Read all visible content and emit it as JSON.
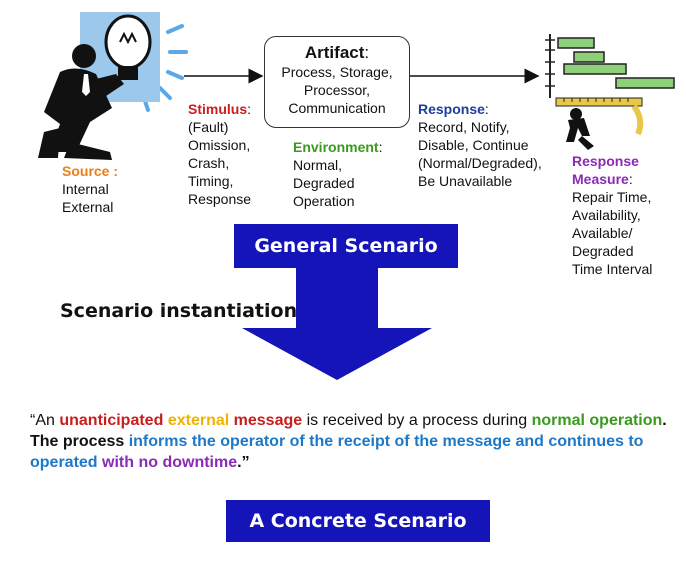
{
  "source": {
    "title": "Source :",
    "lines": [
      "Internal",
      "External"
    ]
  },
  "stimulus": {
    "title": "Stimulus",
    "colon": ":",
    "lines": [
      "(Fault)",
      "Omission,",
      "Crash,",
      "Timing,",
      "Response"
    ]
  },
  "artifact": {
    "title": "Artifact",
    "colon": ":",
    "lines": [
      "Process, Storage,",
      "Processor,",
      "Communication"
    ]
  },
  "environment": {
    "title": "Environment",
    "colon": ":",
    "lines": [
      "Normal,",
      "Degraded",
      "Operation"
    ]
  },
  "response": {
    "title": "Response",
    "colon": ":",
    "lines": [
      "Record, Notify,",
      "Disable, Continue",
      "(Normal/Degraded),",
      "Be Unavailable"
    ]
  },
  "response_measure": {
    "title_line1": "Response",
    "title_line2": "Measure",
    "colon": ":",
    "lines": [
      "Repair Time,",
      "Availability,",
      "Available/",
      "Degraded",
      "Time Interval"
    ]
  },
  "general_banner": "General Scenario",
  "instantiation_label": "Scenario instantiation",
  "quote": {
    "open": "“An ",
    "w_unanticipated": "unanticipated",
    "w_external": "external",
    "w_message": "message",
    "mid1": " is received by a process during ",
    "w_normal": "normal",
    "w_operation": "operation",
    "mid2": ". The process ",
    "w_informs": "informs the operator of the receipt of the message and continues to operated",
    "w_nodowntime": "with no downtime",
    "close": ".”"
  },
  "concrete_banner": "A Concrete Scenario",
  "colors": {
    "source": "#e8801a",
    "stimulus": "#c81e1e",
    "environment": "#3a9a1e",
    "response": "#1c3f9a",
    "response_measure": "#8a2ab5",
    "quote_unanticipated": "#c81e1e",
    "quote_external": "#f0b400",
    "quote_message": "#c81e1e",
    "quote_normal": "#3a9a1e",
    "quote_informs": "#1e78c8",
    "quote_nodowntime": "#8a2ab5",
    "banner": "#1414b8"
  },
  "icons": [
    "businessman-lightbulb-icon",
    "gantt-bar-icon",
    "measuring-tape-figure-icon",
    "down-arrow-icon"
  ]
}
